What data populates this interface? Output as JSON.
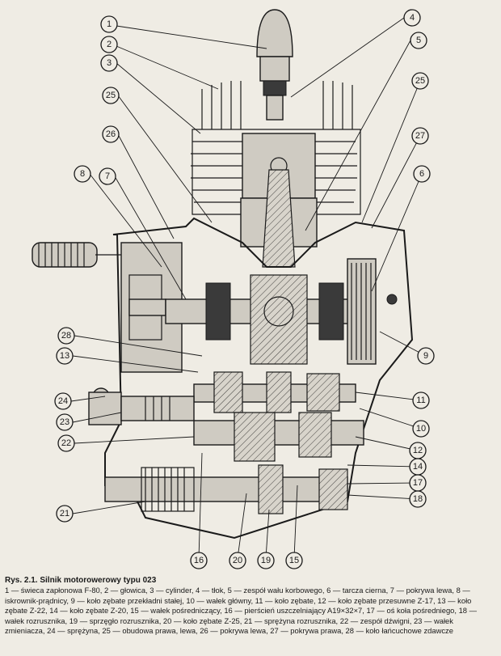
{
  "caption": {
    "title": "Rys. 2.1. Silnik motorowerowy typu 023",
    "legend": "1 — świeca zapłonowa F-80, 2 — głowica, 3 — cylinder, 4 — tłok, 5 — zespół wału korbowego, 6 — tarcza cierna, 7 — pokrywa lewa, 8 — iskrownik-prądnicy, 9 — koło zębate przekładni stałej, 10 — wałek główny, 11 — koło zębate, 12 — koło zębate przesuwne Z-17, 13 — koło zębate Z-22, 14 — koło zębate Z-20, 15 — wałek pośredniczący, 16 — pierścień uszczelniający A19×32×7, 17 — oś koła pośredniego, 18 — wałek rozrusznika, 19 — sprzęgło rozrusznika, 20 — koło zębate Z-25, 21 — sprężyna rozrusznika, 22 — zespół dźwigni, 23 — wałek zmieniacza, 24 — sprężyna, 25 — obudowa prawa, lewa, 26 — pokrywa lewa, 27 — pokrywa prawa, 28 — koło łańcuchowe zdawcze"
  },
  "callouts": [
    "1",
    "2",
    "3",
    "4",
    "5",
    "25",
    "26",
    "27",
    "6",
    "7",
    "8",
    "28",
    "13",
    "24",
    "23",
    "22",
    "21",
    "9",
    "11",
    "10",
    "12",
    "14",
    "17",
    "18",
    "16",
    "20",
    "19",
    "15"
  ]
}
